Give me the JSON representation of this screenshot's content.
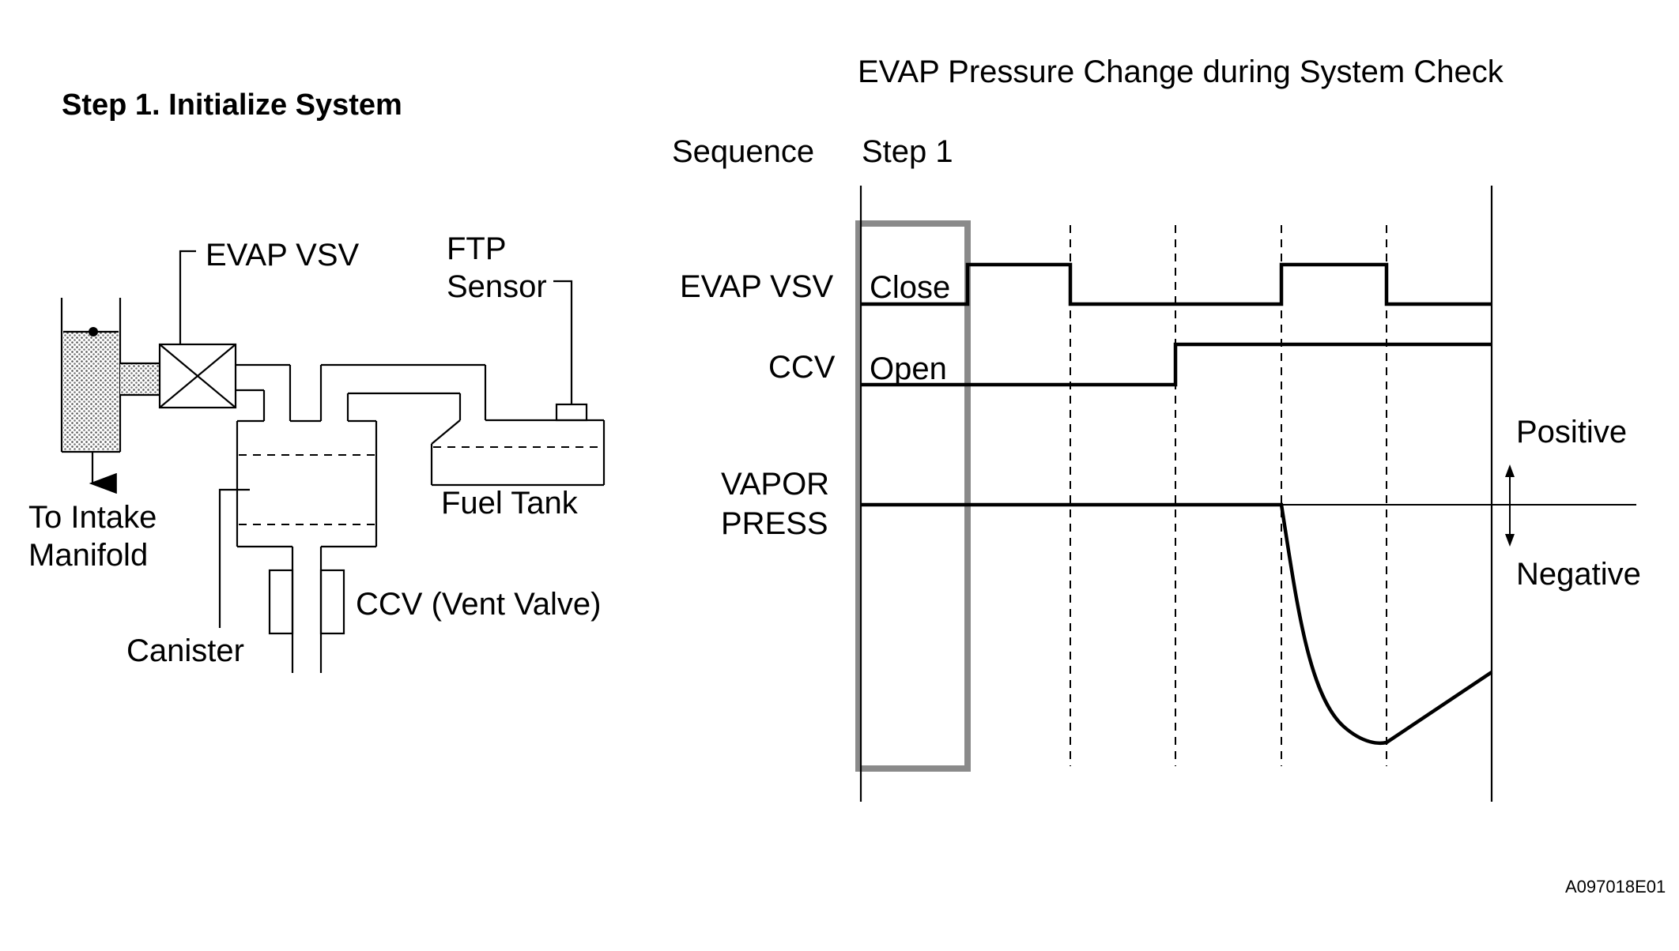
{
  "left": {
    "title": "Step 1. Initialize System",
    "labels": {
      "evap_vsv": "EVAP VSV",
      "ftp_line1": "FTP",
      "ftp_line2": "Sensor",
      "to_intake_line1": "To Intake",
      "to_intake_line2": "Manifold",
      "fuel_tank": "Fuel Tank",
      "ccv_vent": "CCV (Vent Valve)",
      "canister": "Canister"
    }
  },
  "right": {
    "title": "EVAP Pressure Change during System Check",
    "sequence_label": "Sequence",
    "step_label": "Step 1",
    "rows": {
      "evap_vsv": "EVAP VSV",
      "ccv": "CCV",
      "vapor_line1": "VAPOR",
      "vapor_line2": "PRESS"
    },
    "states": {
      "close": "Close",
      "open": "Open"
    },
    "positive": "Positive",
    "negative": "Negative"
  },
  "figure_code": "A097018E01",
  "colors": {
    "ink": "#000000",
    "stipple": "#9a9a9a",
    "background": "#ffffff"
  }
}
